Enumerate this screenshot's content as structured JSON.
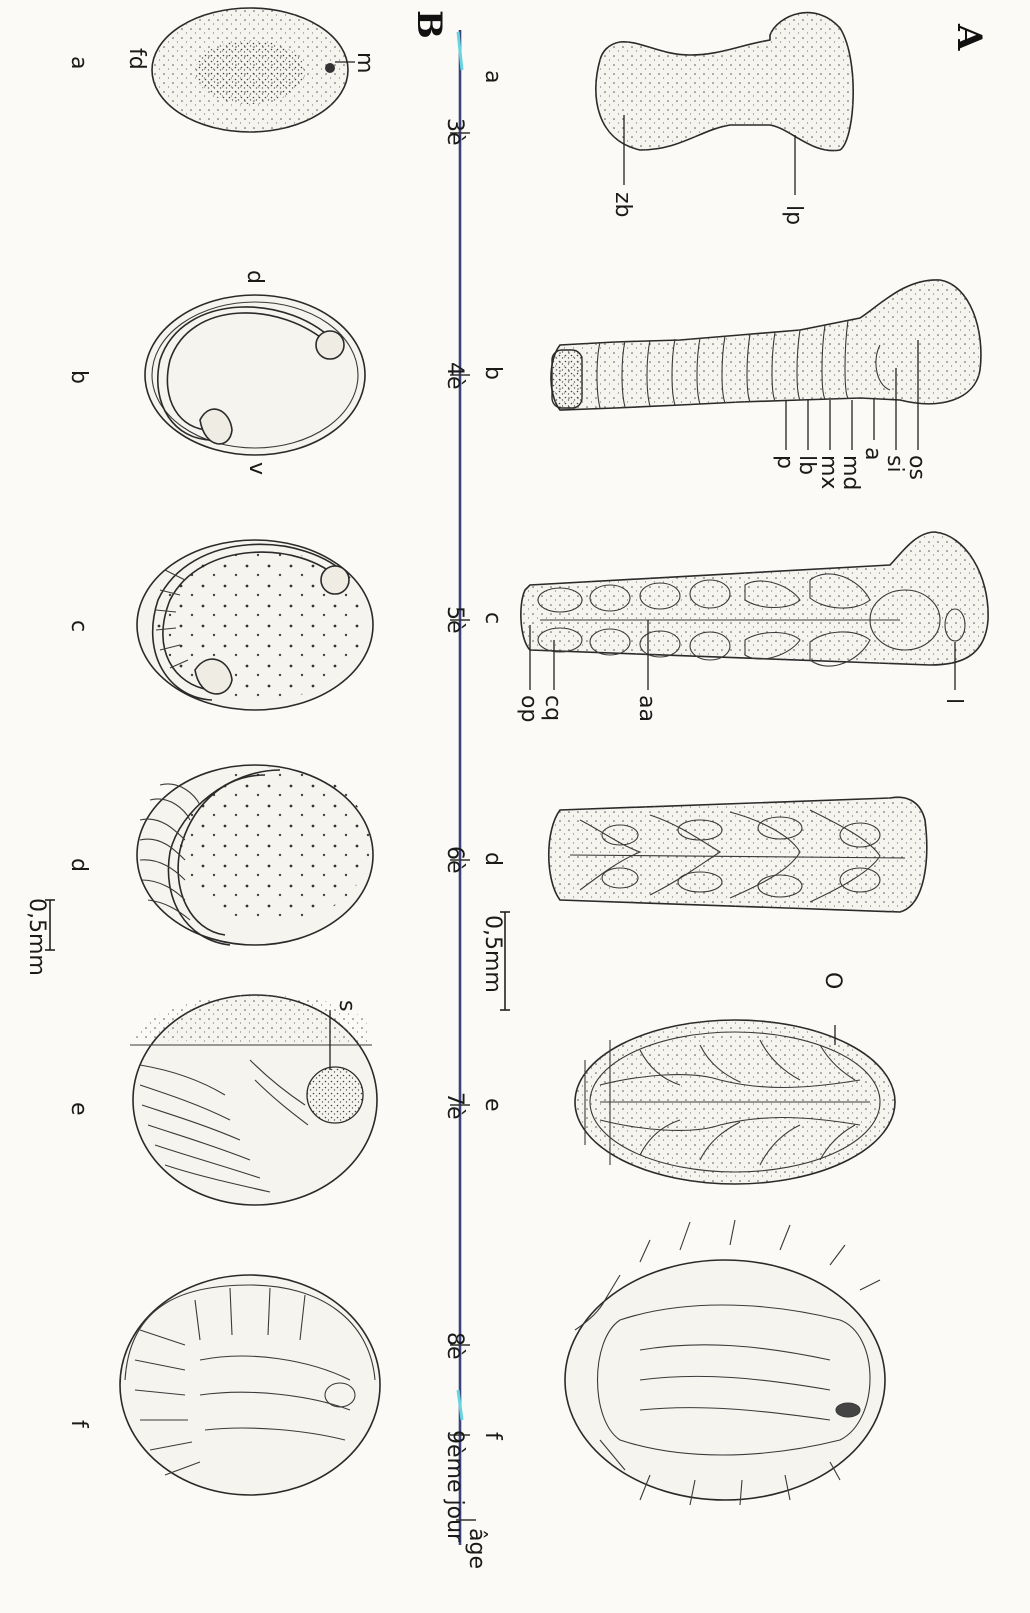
{
  "panels": {
    "A": "A",
    "B": "B"
  },
  "stage_letters_A": [
    "a",
    "b",
    "c",
    "d",
    "e",
    "f"
  ],
  "stage_letters_B": [
    "a",
    "b",
    "c",
    "d",
    "e",
    "f"
  ],
  "axis": {
    "ticks": [
      "3è",
      "4è",
      "5è",
      "6è",
      "7è",
      "8è",
      "9ème jour"
    ],
    "title": "âge"
  },
  "labels_A": {
    "lp": "lp",
    "zb": "zb",
    "os": "os",
    "si": "si",
    "md": "md",
    "a": "a",
    "mx": "mx",
    "lb": "lb",
    "p": "p",
    "l": "l",
    "aa": "aa",
    "cq": "cq",
    "op": "op",
    "O": "O"
  },
  "labels_B": {
    "m": "m",
    "fd": "fd",
    "d": "d",
    "v": "v",
    "s": "s"
  },
  "scale_A": "0,5mm",
  "scale_B": "0,5mm"
}
